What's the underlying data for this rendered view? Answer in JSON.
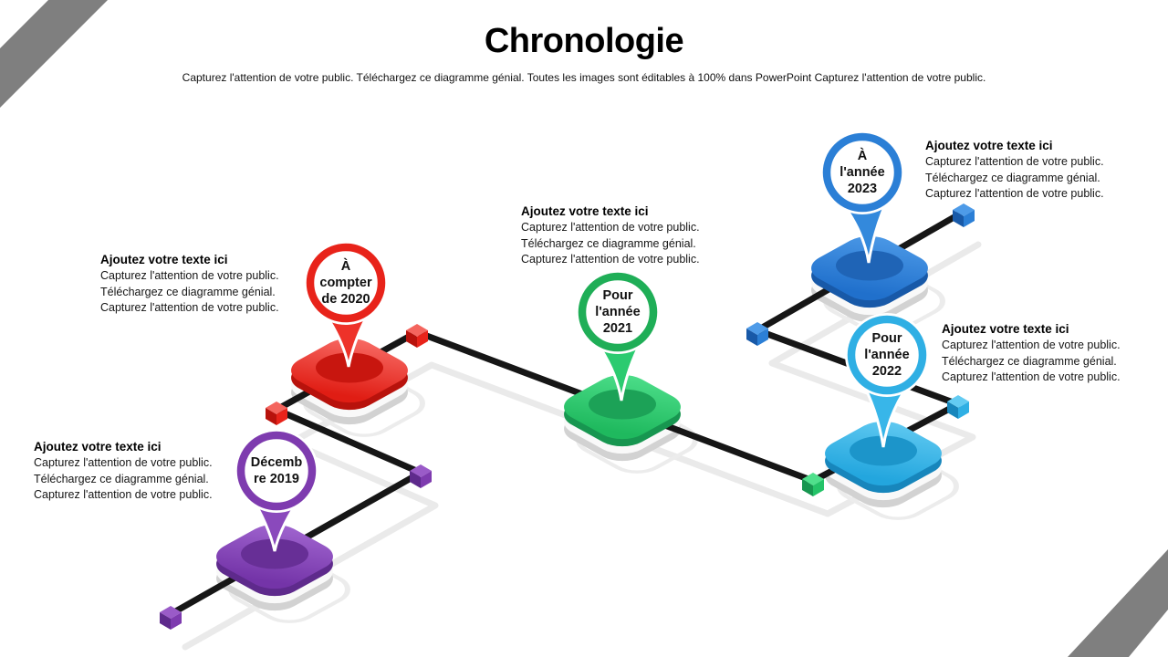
{
  "header": {
    "title": "Chronologie",
    "subtitle": "Capturez l'attention de votre public. Téléchargez ce diagramme génial. Toutes les images sont éditables à 100% dans PowerPoint Capturez l'attention de votre public."
  },
  "decoration": {
    "corner_stripe_color": "#7F7F7F",
    "timeline_color": "#161616",
    "shadow_color": "#EAEAEA"
  },
  "milestones": [
    {
      "id": "decembre-2019",
      "pin_label": "Décembre 2019",
      "pin_lines": [
        "Décemb",
        "re 2019"
      ],
      "heading": "Ajoutez votre texte ici",
      "body": [
        "Capturez l'attention de votre public.",
        "Téléchargez ce diagramme génial.",
        "Capturez l'attention de votre public."
      ],
      "color": "#7E3BAF"
    },
    {
      "id": "a-compter-de-2020",
      "pin_label": "À compter de 2020",
      "pin_lines": [
        "À",
        "compter",
        "de 2020"
      ],
      "heading": "Ajoutez votre texte ici",
      "body": [
        "Capturez l'attention de votre public.",
        "Téléchargez ce diagramme génial.",
        "Capturez l'attention de votre public."
      ],
      "color": "#E8231A"
    },
    {
      "id": "pour-l-annee-2021",
      "pin_label": "Pour l'année 2021",
      "pin_lines": [
        "Pour",
        "l'année",
        "2021"
      ],
      "heading": "Ajoutez votre texte ici",
      "body": [
        "Capturez l'attention de votre public.",
        "Téléchargez ce diagramme génial.",
        "Capturez l'attention de votre public."
      ],
      "color": "#24C368"
    },
    {
      "id": "pour-l-annee-2022",
      "pin_label": "Pour l'année 2022",
      "pin_lines": [
        "Pour",
        "l'année",
        "2022"
      ],
      "heading": "Ajoutez votre texte ici",
      "body": [
        "Capturez l'attention de votre public.",
        "Téléchargez ce diagramme génial.",
        "Capturez l'attention de votre public."
      ],
      "color": "#2FAFE4"
    },
    {
      "id": "a-l-annee-2023",
      "pin_label": "À l'année 2023",
      "pin_lines": [
        "À",
        "l'année",
        "2023"
      ],
      "heading": "Ajoutez votre texte ici",
      "body": [
        "Capturez l'attention de votre public.",
        "Téléchargez ce diagramme génial.",
        "Capturez l'attention de votre public."
      ],
      "color": "#2B7FD6"
    }
  ]
}
